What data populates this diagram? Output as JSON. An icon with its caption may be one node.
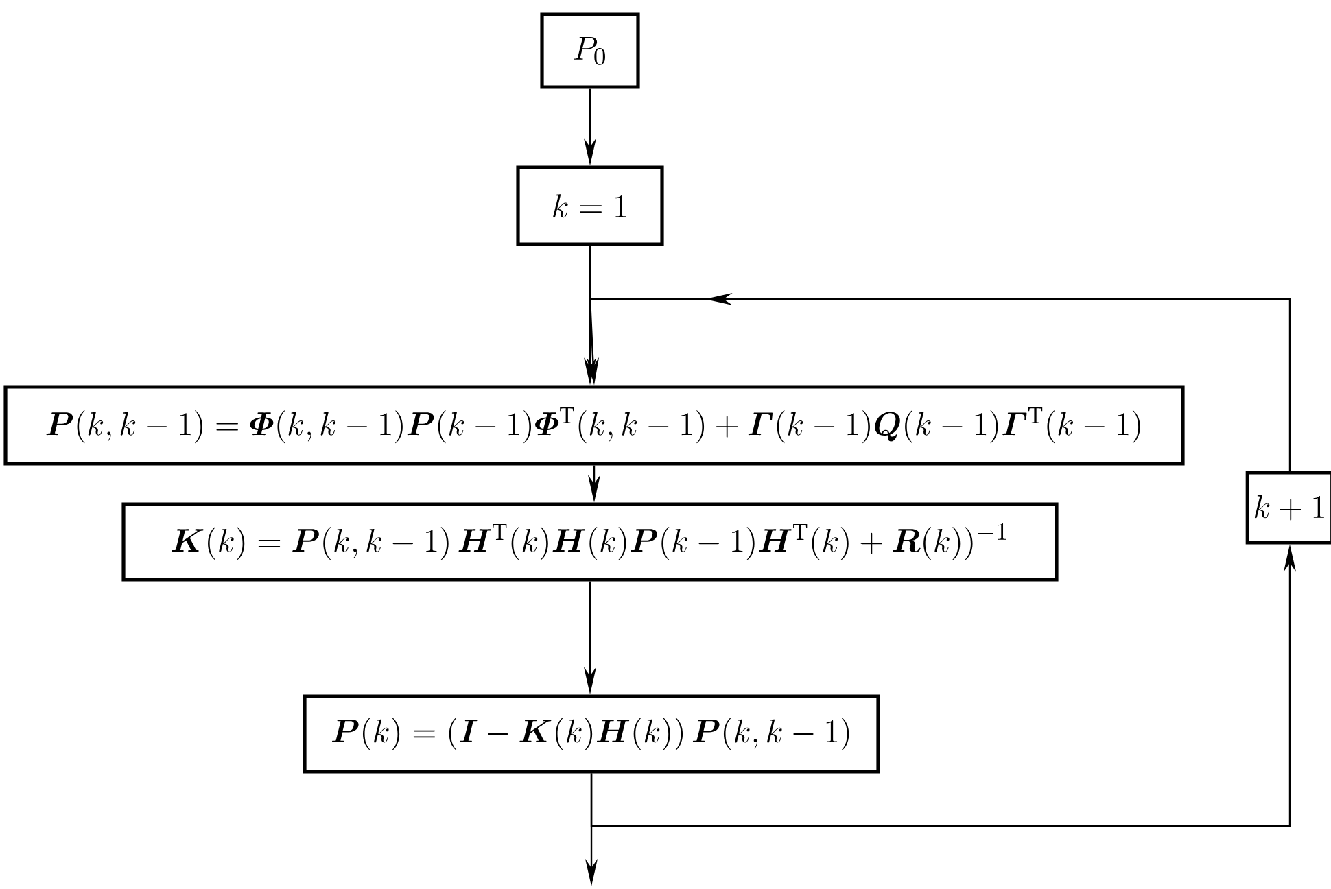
{
  "diagram": {
    "nodes": [
      {
        "text": [
          "P_0"
        ]
      },
      {
        "text": [
          "k=1"
        ]
      },
      {
        "text": [
          "\\bm{P}(k,k-1)=\\bm{\\varPhi}(k,k-1)\\bm{P}(k-1)\\bm{\\varPhi}^{\\mathrm{T}}(k,k-1)+\\bm{\\varGamma}(k-1)\\bm{Q}(k-1)\\bm{\\varGamma}^{\\mathrm{T}}(k-1)"
        ]
      },
      {
        "text": [
          "\\bm{K}(k)=\\bm{P}(k,k-1)\\,\\bm{H}^{\\mathrm{T}}(k)\\bm{H}(k)\\bm{P}(k-1)\\bm{H}^{\\mathrm{T}}(k)+\\bm{R}(k))^{-1}"
        ]
      },
      {
        "text": [
          "\\bm{P}(k)=(\\bm{I}-\\bm{K}(k)\\bm{H}(k))\\,\\bm{P}(k,k-1)"
        ]
      },
      {
        "text": [
          "k+1"
        ]
      }
    ],
    "edges": [
      {
        "from": 0,
        "to": 1,
        "arrow": "to"
      },
      {
        "from": 1,
        "to": 2,
        "arrow": "to"
      },
      {
        "from": 5,
        "to": 2,
        "arrow": "to"
      },
      {
        "from": 2,
        "to": 3,
        "arrow": "to"
      },
      {
        "from": 3,
        "to": 4,
        "arrow": "to"
      },
      {
        "from": 4,
        "to": 5,
        "arrow": "to"
      },
      {
        "from": 4,
        "to": null,
        "arrow": "to"
      }
    ]
  }
}
